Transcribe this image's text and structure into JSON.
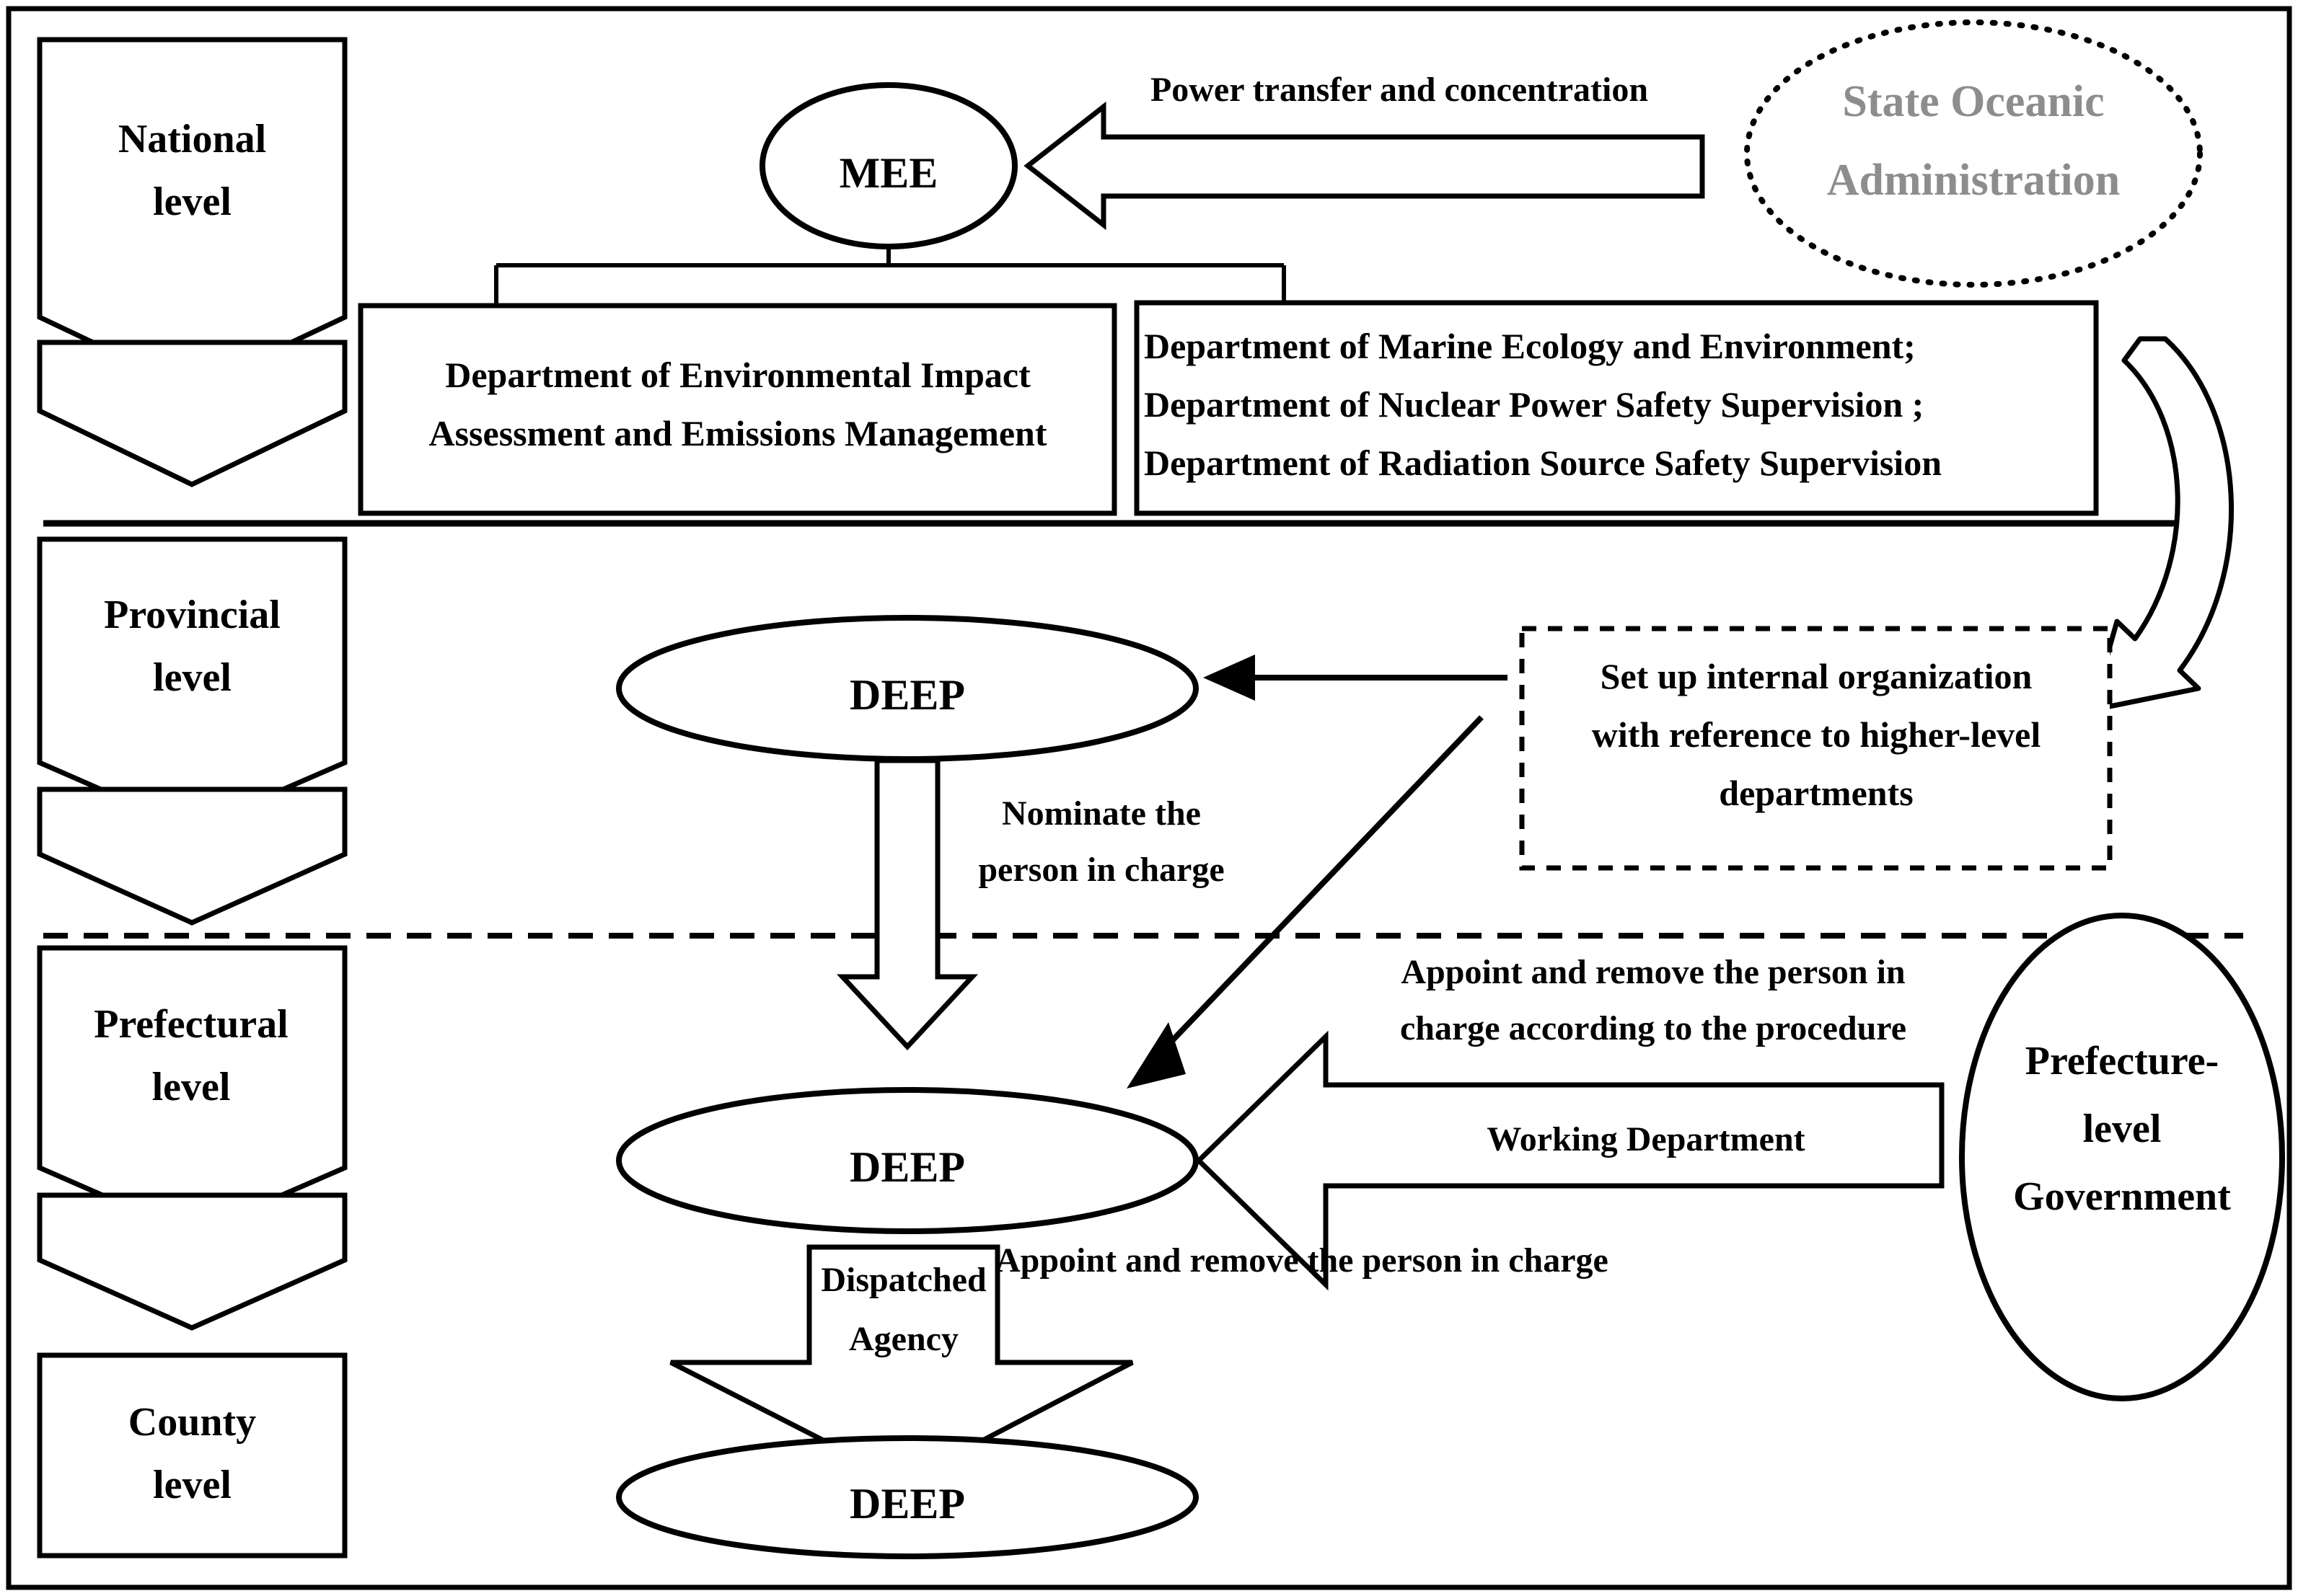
{
  "diagram": {
    "title": "China environmental protection administrative hierarchy",
    "colors": {
      "stroke": "#000000",
      "background": "#ffffff",
      "muted_text": "#8d8d8d"
    },
    "levels": [
      {
        "id": "national",
        "label": "National\nlevel",
        "shape": "pentagon-arrow"
      },
      {
        "id": "provincial",
        "label": "Provincial\nlevel",
        "shape": "pentagon-arrow"
      },
      {
        "id": "prefectural",
        "label": "Prefectural\nlevel",
        "shape": "pentagon-arrow"
      },
      {
        "id": "county",
        "label": "County\nlevel",
        "shape": "rectangle"
      }
    ],
    "nodes": {
      "mee": {
        "label": "MEE",
        "shape": "ellipse"
      },
      "soa": {
        "label": "State Oceanic\nAdministration",
        "shape": "dotted-ellipse",
        "muted": true
      },
      "dept_box_left": {
        "label": "Department of Environmental Impact\nAssessment and Emissions Management",
        "shape": "rectangle"
      },
      "dept_box_right": {
        "label": "Department of Marine Ecology and Environment;\nDepartment of Nuclear Power Safety Supervision ;\nDepartment of Radiation Source Safety Supervision",
        "shape": "rectangle"
      },
      "setup_note": {
        "label": "Set up internal organization\nwith reference to higher-level\ndepartments",
        "shape": "dashed-rectangle"
      },
      "deep_provincial": {
        "label": "DEEP",
        "shape": "ellipse"
      },
      "deep_prefectural": {
        "label": "DEEP",
        "shape": "ellipse"
      },
      "deep_county": {
        "label": "DEEP",
        "shape": "ellipse"
      },
      "prefecture_gov": {
        "label": "Prefecture-\nlevel\nGovernment",
        "shape": "ellipse"
      }
    },
    "edges": {
      "power_transfer": {
        "label": "Power transfer and concentration",
        "style": "block-arrow-left"
      },
      "nominate": {
        "label": "Nominate the\nperson in charge",
        "style": "hollow-arrow-down"
      },
      "appoint_procedure": {
        "label": "Appoint and remove the person in\ncharge according to the procedure",
        "style": "block-arrow-left"
      },
      "working_department": {
        "label": "Working Department",
        "style": "block-arrow-left"
      },
      "appoint_remove": {
        "label": "Appoint and remove the person in charge",
        "style": "block-arrow-left"
      },
      "dispatched_agency": {
        "label": "Dispatched\nAgency",
        "style": "hollow-arrow-down"
      },
      "setup_to_deep": {
        "label": "",
        "style": "line-arrow-left"
      },
      "setup_to_pref": {
        "label": "",
        "style": "line-arrow-diagonal"
      },
      "curved_transfer": {
        "label": "",
        "style": "curved-block-arrow"
      }
    }
  }
}
